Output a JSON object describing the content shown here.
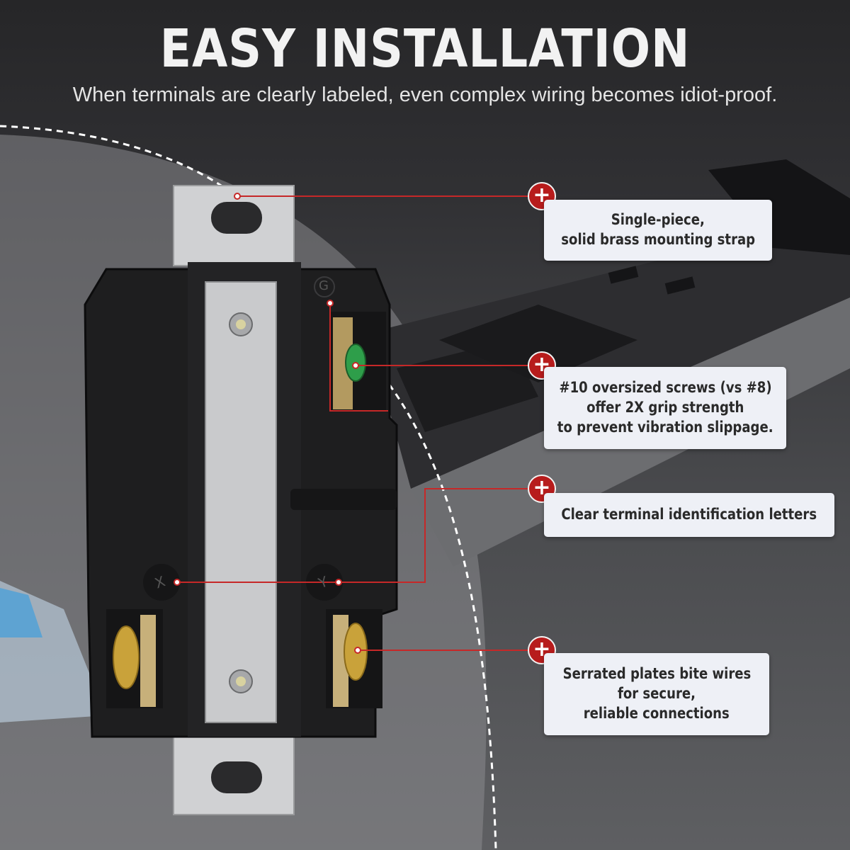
{
  "header": {
    "title": "EASY INSTALLATION",
    "subtitle": "When terminals are clearly labeled, even complex wiring becomes idiot-proof."
  },
  "callouts": [
    {
      "lines": [
        "Single-piece,",
        "solid brass mounting strap"
      ]
    },
    {
      "lines": [
        "#10 oversized screws (vs #8)",
        "offer 2X grip strength",
        "to prevent vibration slippage."
      ]
    },
    {
      "lines": [
        "Clear terminal identification letters"
      ]
    },
    {
      "lines": [
        "Serrated plates bite wires",
        "for secure,",
        "reliable connections"
      ]
    }
  ],
  "plus_icon": "+",
  "terminal_labels": {
    "left": "X",
    "right": "Y",
    "ground": "G"
  },
  "colors": {
    "accent_red": "#b71c1c",
    "callout_bg": "#eef0f6",
    "strap_silver": "#c9cacc",
    "outlet_body": "#1e1e1e",
    "brass_screw": "#c9a23a",
    "ground_screw": "#2e9e4a"
  }
}
